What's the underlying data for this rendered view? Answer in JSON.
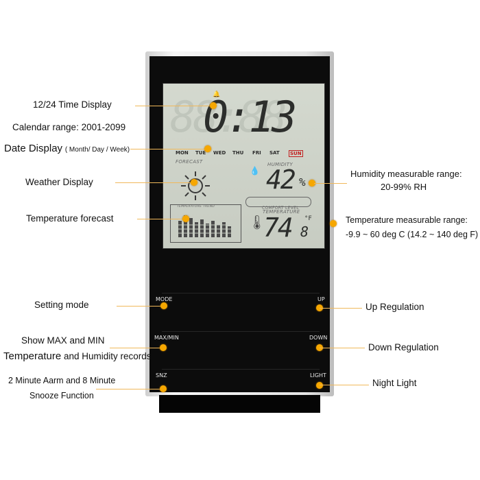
{
  "callouts": {
    "time_display": "12/24 Time Display",
    "calendar_range": "Calendar range: 2001-2099",
    "date_display_main": "Date Display",
    "date_display_sub": "( Month/ Day / Week)",
    "weather_display": "Weather Display",
    "temperature_forecast": "Temperature forecast",
    "humidity_range_line1": "Humidity measurable range:",
    "humidity_range_line2": "20-99% RH",
    "temperature_range_line1": "Temperature measurable range:",
    "temperature_range_line2": "-9.9 ~ 60 deg C (14.2 ~ 140 deg F)",
    "setting_mode": "Setting mode",
    "show_max_min_line1": "Show MAX and MIN",
    "show_max_min_line2_a": "Temperature",
    "show_max_min_line2_b": "and Humidity records",
    "snooze_line1": "2 Minute Aarm and 8 Minute",
    "snooze_line2": "Snooze Function",
    "up_regulation": "Up Regulation",
    "down_regulation": "Down Regulation",
    "night_light": "Night Light"
  },
  "lcd": {
    "time": "0:13",
    "ghost_time": "88:88",
    "days": [
      "MON",
      "TUE",
      "WED",
      "THU",
      "FRI",
      "SAT",
      "SUN"
    ],
    "forecast_label": "FORECAST",
    "humidity_label": "HUMIDITY",
    "humidity_value": "42",
    "humidity_unit": "%",
    "comfort_label": "COMFORT LEVEL",
    "temperature_label": "TEMPERATURE",
    "temperature_value": "74",
    "temperature_decimal": "8",
    "temperature_unit": "°F",
    "trend_label": "TEMPERATURE TREND"
  },
  "buttons": {
    "mode": "MODE",
    "maxmin": "MAX/MIN",
    "snz": "SNZ",
    "up": "UP",
    "down": "DOWN",
    "light": "LIGHT"
  },
  "colors": {
    "accent_dot": "#f6a700",
    "leader_line": "#f0b85a",
    "lcd_background": "#cdd2c8",
    "sunday_red": "#c21e1e"
  }
}
